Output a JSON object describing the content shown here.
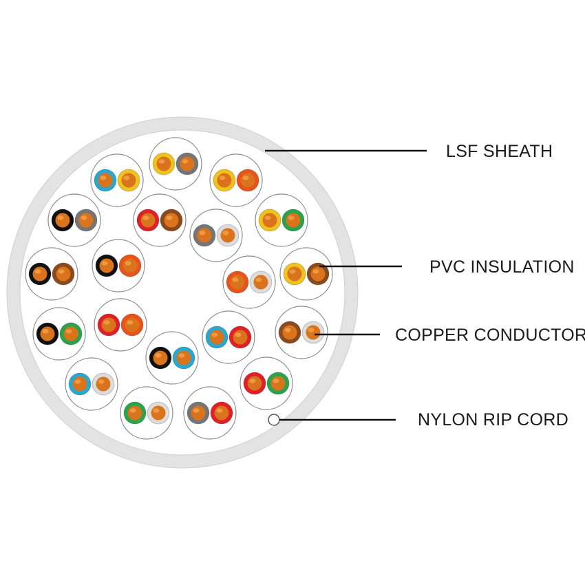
{
  "labels": {
    "sheath": "LSF SHEATH",
    "insulation": "PVC INSULATION",
    "conductor": "COPPER CONDUCTOR",
    "rip_cord": "NYLON RIP CORD"
  },
  "colors": {
    "sheath": "#e3e3e3",
    "sheath_outline": "#cfcfcf",
    "copper": "#d9731c",
    "copper_highlight": "#f2a04a",
    "leader_line": "#111111"
  },
  "wire_colors": {
    "blue": "#2aa7cf",
    "yellow": "#f0c21c",
    "grey": "#757575",
    "black": "#111111",
    "red": "#e01f26",
    "green": "#2aa34a",
    "white": "#dcdcdc",
    "orange": "#e8531c",
    "brown": "#8a4a1e"
  },
  "pairs": [
    [
      "blue",
      "yellow"
    ],
    [
      "yellow",
      "grey"
    ],
    [
      "yellow",
      "orange"
    ],
    [
      "black",
      "grey"
    ],
    [
      "red",
      "brown"
    ],
    [
      "grey",
      "white"
    ],
    [
      "yellow",
      "green"
    ],
    [
      "black",
      "brown"
    ],
    [
      "black",
      "orange"
    ],
    [
      "orange",
      "white"
    ],
    [
      "yellow",
      "brown"
    ],
    [
      "black",
      "green"
    ],
    [
      "red",
      "orange"
    ],
    [
      "blue",
      "red"
    ],
    [
      "brown",
      "white"
    ],
    [
      "black",
      "blue"
    ],
    [
      "blue",
      "white"
    ],
    [
      "red",
      "green"
    ],
    [
      "green",
      "white"
    ],
    [
      "grey",
      "red"
    ]
  ]
}
